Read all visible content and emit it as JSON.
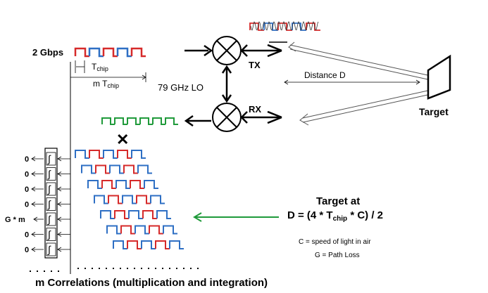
{
  "labels": {
    "bitrate": "2 Gbps",
    "tchip_main": "T",
    "tchip_sub": "chip",
    "m_tchip_main": "m T",
    "m_tchip_sub": "chip",
    "lo": "79 GHz LO",
    "tx": "TX",
    "rx": "RX",
    "distance": "Distance D",
    "target": "Target",
    "target_at": "Target at",
    "formula_pre": "D = (4 * T",
    "formula_sub": "chip",
    "formula_post": " * C) / 2",
    "c_def": "C = speed of light in air",
    "g_def": "G = Path Loss",
    "footer": "m Correlations (multiplication and integration)",
    "integral_symbol": "∫",
    "cross_symbol": "✕"
  },
  "correlator_outputs": [
    "0",
    "0",
    "0",
    "0",
    "G * m",
    "0",
    "0"
  ],
  "colors": {
    "red": "#d62a2a",
    "blue": "#2e6fc4",
    "green": "#1f9a3a",
    "black": "#000000"
  }
}
